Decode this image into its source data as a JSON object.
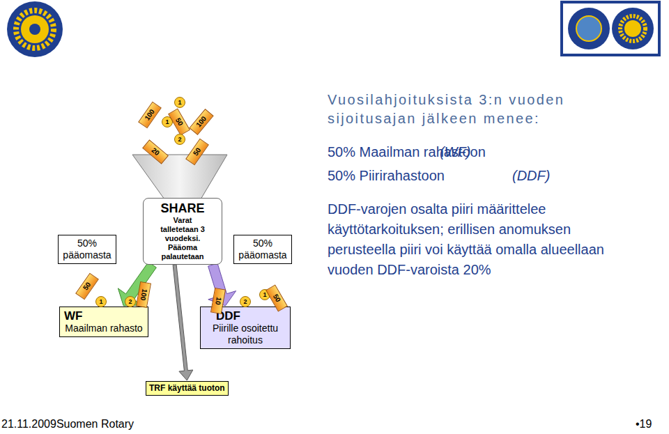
{
  "diagram": {
    "title": "Vuosilahjoituksista 3:n vuoden sijoitusajan jälkeen menee:",
    "nodes": [
      {
        "text": [
          "SHARE",
          "Varat talletetaan 3 vuodeksi. Pääoma palautetaan"
        ]
      },
      {
        "text": [
          "50% pääomasta"
        ]
      },
      {
        "text": [
          "50% pääomasta"
        ]
      },
      {
        "text": [
          "WF",
          "Maailman rahasto"
        ]
      },
      {
        "text": [
          "DDF",
          "Piirille osoitettu rahoitus"
        ]
      },
      {
        "text": [
          "TRF käyttää tuoton"
        ]
      }
    ],
    "edges": [
      {
        "from": 0,
        "to": 3,
        "arrow": "to"
      },
      {
        "from": 0,
        "to": 4,
        "arrow": "to"
      },
      {
        "from": 0,
        "to": 5,
        "arrow": "to"
      }
    ],
    "labels": [
      "50% Maailman rahastoon",
      "(WF)",
      "50% Piirirahastoon",
      "(DDF)",
      "DDF-varojen osalta piiri määrittelee käyttötarkoituksen; erillisen anomuksen perusteella piiri voi käyttää omalla alueellaan vuoden DDF-varoista 20%",
      "21.11.2009Suomen Rotary",
      "•19",
      "1",
      "100",
      "1",
      "50",
      "100",
      "2",
      "20",
      "50",
      "50",
      "1",
      "2",
      "100",
      "10",
      "2",
      "1",
      "50"
    ]
  }
}
